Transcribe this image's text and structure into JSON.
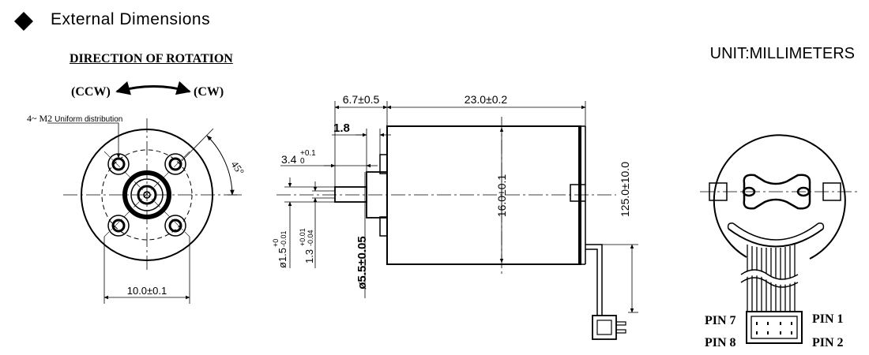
{
  "header": {
    "title": "External Dimensions"
  },
  "unit_label": "UNIT:MILLIMETERS",
  "rotation": {
    "title": "DIRECTION OF ROTATION",
    "ccw_label": "(CCW)",
    "cw_label": "(CW)"
  },
  "front_view": {
    "mount_note_main": "4~ M2",
    "mount_note_sub": "Uniform distribution",
    "angle_label": "45°",
    "width_dim": "10.0±0.1"
  },
  "side_view": {
    "shaft_length": "6.7±0.5",
    "body_length": "23.0±0.2",
    "flange_thickness": "1.8",
    "shaft_step": "3.4",
    "shaft_step_tol_upper": "+0.1",
    "shaft_step_tol_lower": "0",
    "diameter": "16.0±0.1",
    "lead_length": "125.0±10.0",
    "shaft_dia": "ø1.5",
    "shaft_dia_tol_upper": "+0",
    "shaft_dia_tol_lower": "-0.01",
    "shaft_dia2": "1.3",
    "shaft_dia2_tol_upper": "+0.01",
    "shaft_dia2_tol_lower": "-0.04",
    "boss_dia": "ø5.5±0.05"
  },
  "rear_view": {
    "pin_7": "PIN 7",
    "pin_8": "PIN 8",
    "pin_1": "PIN 1",
    "pin_2": "PIN 2"
  }
}
